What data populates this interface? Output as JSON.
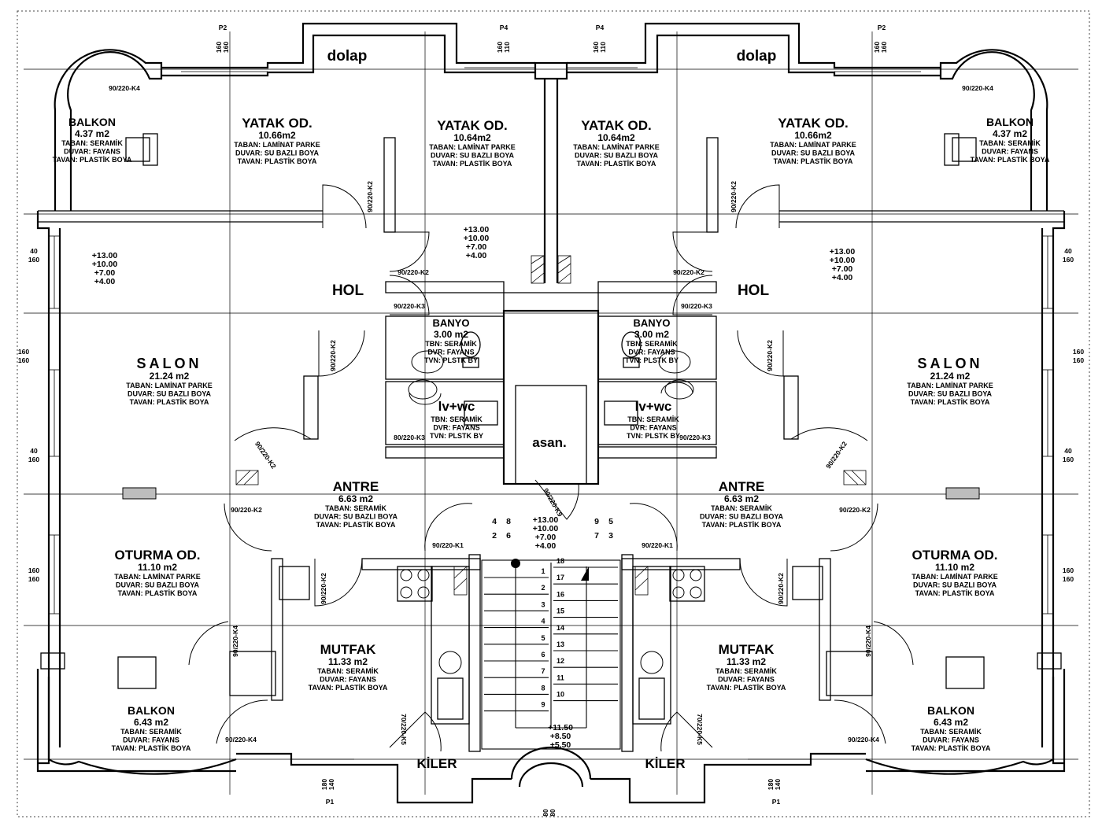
{
  "rooms": [
    {
      "id": "balkon-top-left",
      "name": "BALKON",
      "area": "4.37 m2",
      "finishes": [
        "TABAN: SERAMİK",
        "DUVAR: FAYANS",
        "TAVAN: PLASTİK BOYA"
      ]
    },
    {
      "id": "yatak-1",
      "name": "YATAK OD.",
      "area": "10.66m2",
      "finishes": [
        "TABAN: LAMİNAT PARKE",
        "DUVAR: SU BAZLI BOYA",
        "TAVAN: PLASTİK BOYA"
      ]
    },
    {
      "id": "yatak-2",
      "name": "YATAK OD.",
      "area": "10.64m2",
      "finishes": [
        "TABAN: LAMİNAT PARKE",
        "DUVAR: SU BAZLI BOYA",
        "TAVAN: PLASTİK BOYA"
      ]
    },
    {
      "id": "yatak-3",
      "name": "YATAK OD.",
      "area": "10.64m2",
      "finishes": [
        "TABAN: LAMİNAT PARKE",
        "DUVAR: SU BAZLI BOYA",
        "TAVAN: PLASTİK BOYA"
      ]
    },
    {
      "id": "yatak-4",
      "name": "YATAK OD.",
      "area": "10.66m2",
      "finishes": [
        "TABAN: LAMİNAT PARKE",
        "DUVAR: SU BAZLI BOYA",
        "TAVAN: PLASTİK BOYA"
      ]
    },
    {
      "id": "balkon-top-right",
      "name": "BALKON",
      "area": "4.37 m2",
      "finishes": [
        "TABAN: SERAMİK",
        "DUVAR: FAYANS",
        "TAVAN: PLASTİK BOYA"
      ]
    },
    {
      "id": "salon-left",
      "name": "SALON",
      "area": "21.24 m2",
      "finishes": [
        "TABAN: LAMİNAT PARKE",
        "DUVAR: SU BAZLI BOYA",
        "TAVAN: PLASTİK BOYA"
      ]
    },
    {
      "id": "salon-right",
      "name": "SALON",
      "area": "21.24 m2",
      "finishes": [
        "TABAN: LAMİNAT PARKE",
        "DUVAR: SU BAZLI BOYA",
        "TAVAN: PLASTİK BOYA"
      ]
    },
    {
      "id": "banyo-left",
      "name": "BANYO",
      "area": "3.00 m2",
      "finishes": [
        "TBN: SERAMİK",
        "DVR: FAYANS",
        "TVN: PLSTK BY"
      ]
    },
    {
      "id": "banyo-right",
      "name": "BANYO",
      "area": "3.00 m2",
      "finishes": [
        "TBN: SERAMİK",
        "DVR: FAYANS",
        "TVN: PLSTK BY"
      ]
    },
    {
      "id": "lvwc-left",
      "name": "lv+wc",
      "area": "",
      "finishes": [
        "TBN: SERAMİK",
        "DVR: FAYANS",
        "TVN: PLSTK BY"
      ]
    },
    {
      "id": "lvwc-right",
      "name": "lv+wc",
      "area": "",
      "finishes": [
        "TBN: SERAMİK",
        "DVR: FAYANS",
        "TVN: PLSTK BY"
      ]
    },
    {
      "id": "antre-left",
      "name": "ANTRE",
      "area": "6.63 m2",
      "finishes": [
        "TABAN: SERAMİK",
        "DUVAR: SU BAZLI BOYA",
        "TAVAN: PLASTİK BOYA"
      ]
    },
    {
      "id": "antre-right",
      "name": "ANTRE",
      "area": "6.63 m2",
      "finishes": [
        "TABAN: SERAMİK",
        "DUVAR: SU BAZLI BOYA",
        "TAVAN: PLASTİK BOYA"
      ]
    },
    {
      "id": "oturma-left",
      "name": "OTURMA OD.",
      "area": "11.10 m2",
      "finishes": [
        "TABAN: LAMİNAT PARKE",
        "DUVAR: SU BAZLI BOYA",
        "TAVAN: PLASTİK BOYA"
      ]
    },
    {
      "id": "oturma-right",
      "name": "OTURMA OD.",
      "area": "11.10 m2",
      "finishes": [
        "TABAN: LAMİNAT PARKE",
        "DUVAR: SU BAZLI BOYA",
        "TAVAN: PLASTİK BOYA"
      ]
    },
    {
      "id": "mutfak-left",
      "name": "MUTFAK",
      "area": "11.33 m2",
      "finishes": [
        "TABAN: SERAMİK",
        "DUVAR: FAYANS",
        "TAVAN: PLASTİK BOYA"
      ]
    },
    {
      "id": "mutfak-right",
      "name": "MUTFAK",
      "area": "11.33 m2",
      "finishes": [
        "TABAN: SERAMİK",
        "DUVAR: FAYANS",
        "TAVAN: PLASTİK BOYA"
      ]
    },
    {
      "id": "balkon-bottom-left",
      "name": "BALKON",
      "area": "6.43 m2",
      "finishes": [
        "TABAN: SERAMİK",
        "DUVAR: FAYANS",
        "TAVAN: PLASTİK BOYA"
      ]
    },
    {
      "id": "balkon-bottom-right",
      "name": "BALKON",
      "area": "6.43 m2",
      "finishes": [
        "TABAN: SERAMİK",
        "DUVAR: FAYANS",
        "TAVAN: PLASTİK BOYA"
      ]
    }
  ],
  "simple_labels": {
    "hol": "HOL",
    "dolap": "dolap",
    "kiler": "KİLER",
    "asansor": "asan."
  },
  "elevations": {
    "upper": [
      "+13.00",
      "+10.00",
      "+7.00",
      "+4.00"
    ],
    "stair": [
      "+11.50",
      "+8.50",
      "+5.50"
    ]
  },
  "flat_numbers": {
    "left": [
      "4",
      "8",
      "2",
      "6"
    ],
    "right": [
      "9",
      "5",
      "7",
      "3"
    ]
  },
  "door_labels": {
    "k1": "90/220-K1",
    "k2": "90/220-K2",
    "k3": "80/220-K3",
    "k3b": "90/220-K3",
    "k4": "90/220-K4",
    "k5": "70/220-K5",
    "k9": "90/220-K9"
  },
  "axis_labels": {
    "p1": "P1",
    "p2": "P2",
    "p4": "P4"
  },
  "window_dims": {
    "d160_160": [
      "160",
      "160"
    ],
    "d160_110": [
      "160",
      "110"
    ],
    "d40_160": [
      "40",
      "160"
    ],
    "d180_140": [
      "180",
      "140"
    ],
    "d80_80": [
      "80",
      "80"
    ]
  },
  "stair_steps": [
    "1",
    "2",
    "3",
    "4",
    "5",
    "6",
    "7",
    "8",
    "9",
    "10",
    "11",
    "12",
    "13",
    "14",
    "15",
    "16",
    "17",
    "18"
  ]
}
